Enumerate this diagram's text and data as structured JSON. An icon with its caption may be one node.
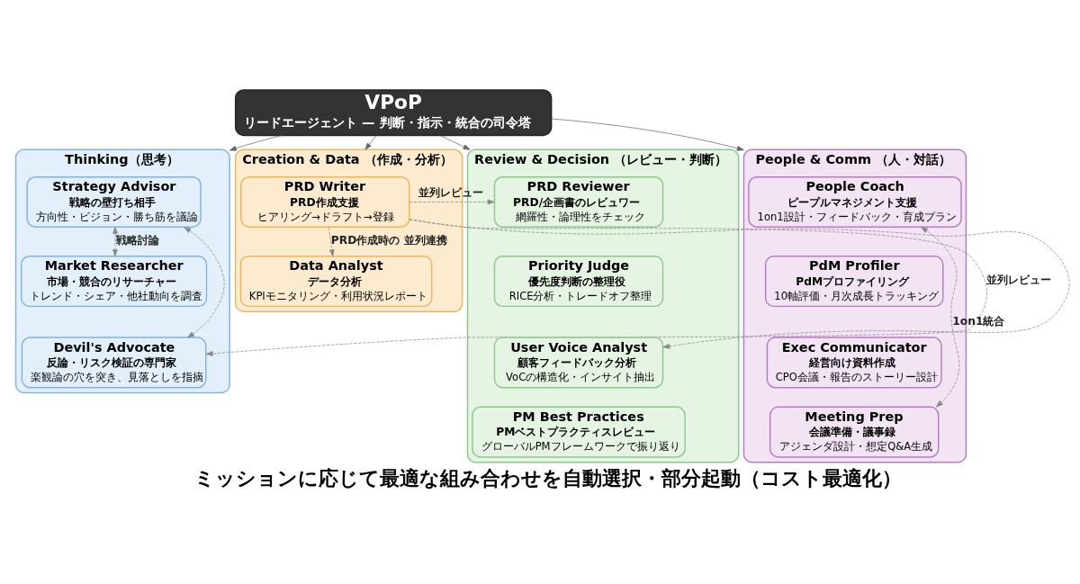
{
  "diagram": {
    "caption": "ミッションに応じて最適な組み合わせを自動選択・部分起動（コスト最適化）",
    "nodes": [
      {
        "text": [
          "VPoP",
          "リードエージェント — 判断・指示・統合の司令塔"
        ]
      },
      {
        "text": [
          "Thinking（思考）"
        ]
      },
      {
        "text": [
          "Strategy Advisor",
          "戦略の壁打ち相手",
          "方向性・ビジョン・勝ち筋を議論"
        ],
        "in": 1
      },
      {
        "text": [
          "Market Researcher",
          "市場・競合のリサーチャー",
          "トレンド・シェア・他社動向を調査"
        ],
        "in": 1
      },
      {
        "text": [
          "Devil's Advocate",
          "反論・リスク検証の専門家",
          "楽観論の穴を突き、見落としを指摘"
        ],
        "in": 1
      },
      {
        "text": [
          "Creation & Data （作成・分析）"
        ]
      },
      {
        "text": [
          "PRD Writer",
          "PRD作成支援",
          "ヒアリング→ドラフト→登録"
        ],
        "in": 5
      },
      {
        "text": [
          "Data Analyst",
          "データ分析",
          "KPIモニタリング・利用状況レポート"
        ],
        "in": 5
      },
      {
        "text": [
          "Review & Decision （レビュー・判断）"
        ]
      },
      {
        "text": [
          "PRD Reviewer",
          "PRD/企画書のレビュワー",
          "網羅性・論理性をチェック"
        ],
        "in": 8
      },
      {
        "text": [
          "Priority Judge",
          "優先度判断の整理役",
          "RICE分析・トレードオフ整理"
        ],
        "in": 8
      },
      {
        "text": [
          "User Voice Analyst",
          "顧客フィードバック分析",
          "VoCの構造化・インサイト抽出"
        ],
        "in": 8
      },
      {
        "text": [
          "PM Best Practices",
          "PMベストプラクティスレビュー",
          "グローバルPMフレームワークで振り返り"
        ],
        "in": 8
      },
      {
        "text": [
          "People & Comm （人・対話）"
        ]
      },
      {
        "text": [
          "People Coach",
          "ピープルマネジメント支援",
          "1on1設計・フィードバック・育成プラン"
        ],
        "in": 13
      },
      {
        "text": [
          "PdM Profiler",
          "PdMプロファイリング",
          "10軸評価・月次成長トラッキング"
        ],
        "in": 13
      },
      {
        "text": [
          "Exec Communicator",
          "経営向け資料作成",
          "CPO会議・報告のストーリー設計"
        ],
        "in": 13
      },
      {
        "text": [
          "Meeting Prep",
          "会議準備・議事録",
          "アジェンダ設計・想定Q&A生成"
        ],
        "in": 13
      }
    ],
    "edges": [
      {
        "from": 0,
        "to": 1,
        "arrow": "to"
      },
      {
        "from": 0,
        "to": 5,
        "arrow": "to"
      },
      {
        "from": 0,
        "to": 8,
        "arrow": "to"
      },
      {
        "from": 0,
        "to": 13,
        "arrow": "to"
      },
      {
        "from": 2,
        "to": 3,
        "arrow": "both",
        "style": "dashed",
        "label": "戦略討論"
      },
      {
        "from": 4,
        "to": 2,
        "arrow": "both",
        "style": "dashed"
      },
      {
        "from": 6,
        "to": 4,
        "arrow": "to",
        "style": "dashed",
        "label": "並列レビュー"
      },
      {
        "from": 6,
        "to": 7,
        "arrow": "to",
        "style": "dashed",
        "label": "PRD作成時の 並列連携"
      },
      {
        "from": 6,
        "to": 9,
        "arrow": "to",
        "style": "dashed",
        "label": "並列レビュー"
      },
      {
        "from": 6,
        "to": 11,
        "arrow": "to",
        "style": "dashed"
      },
      {
        "from": 14,
        "to": 17,
        "arrow": "both",
        "style": "dashed",
        "label": "1on1統合"
      }
    ]
  }
}
